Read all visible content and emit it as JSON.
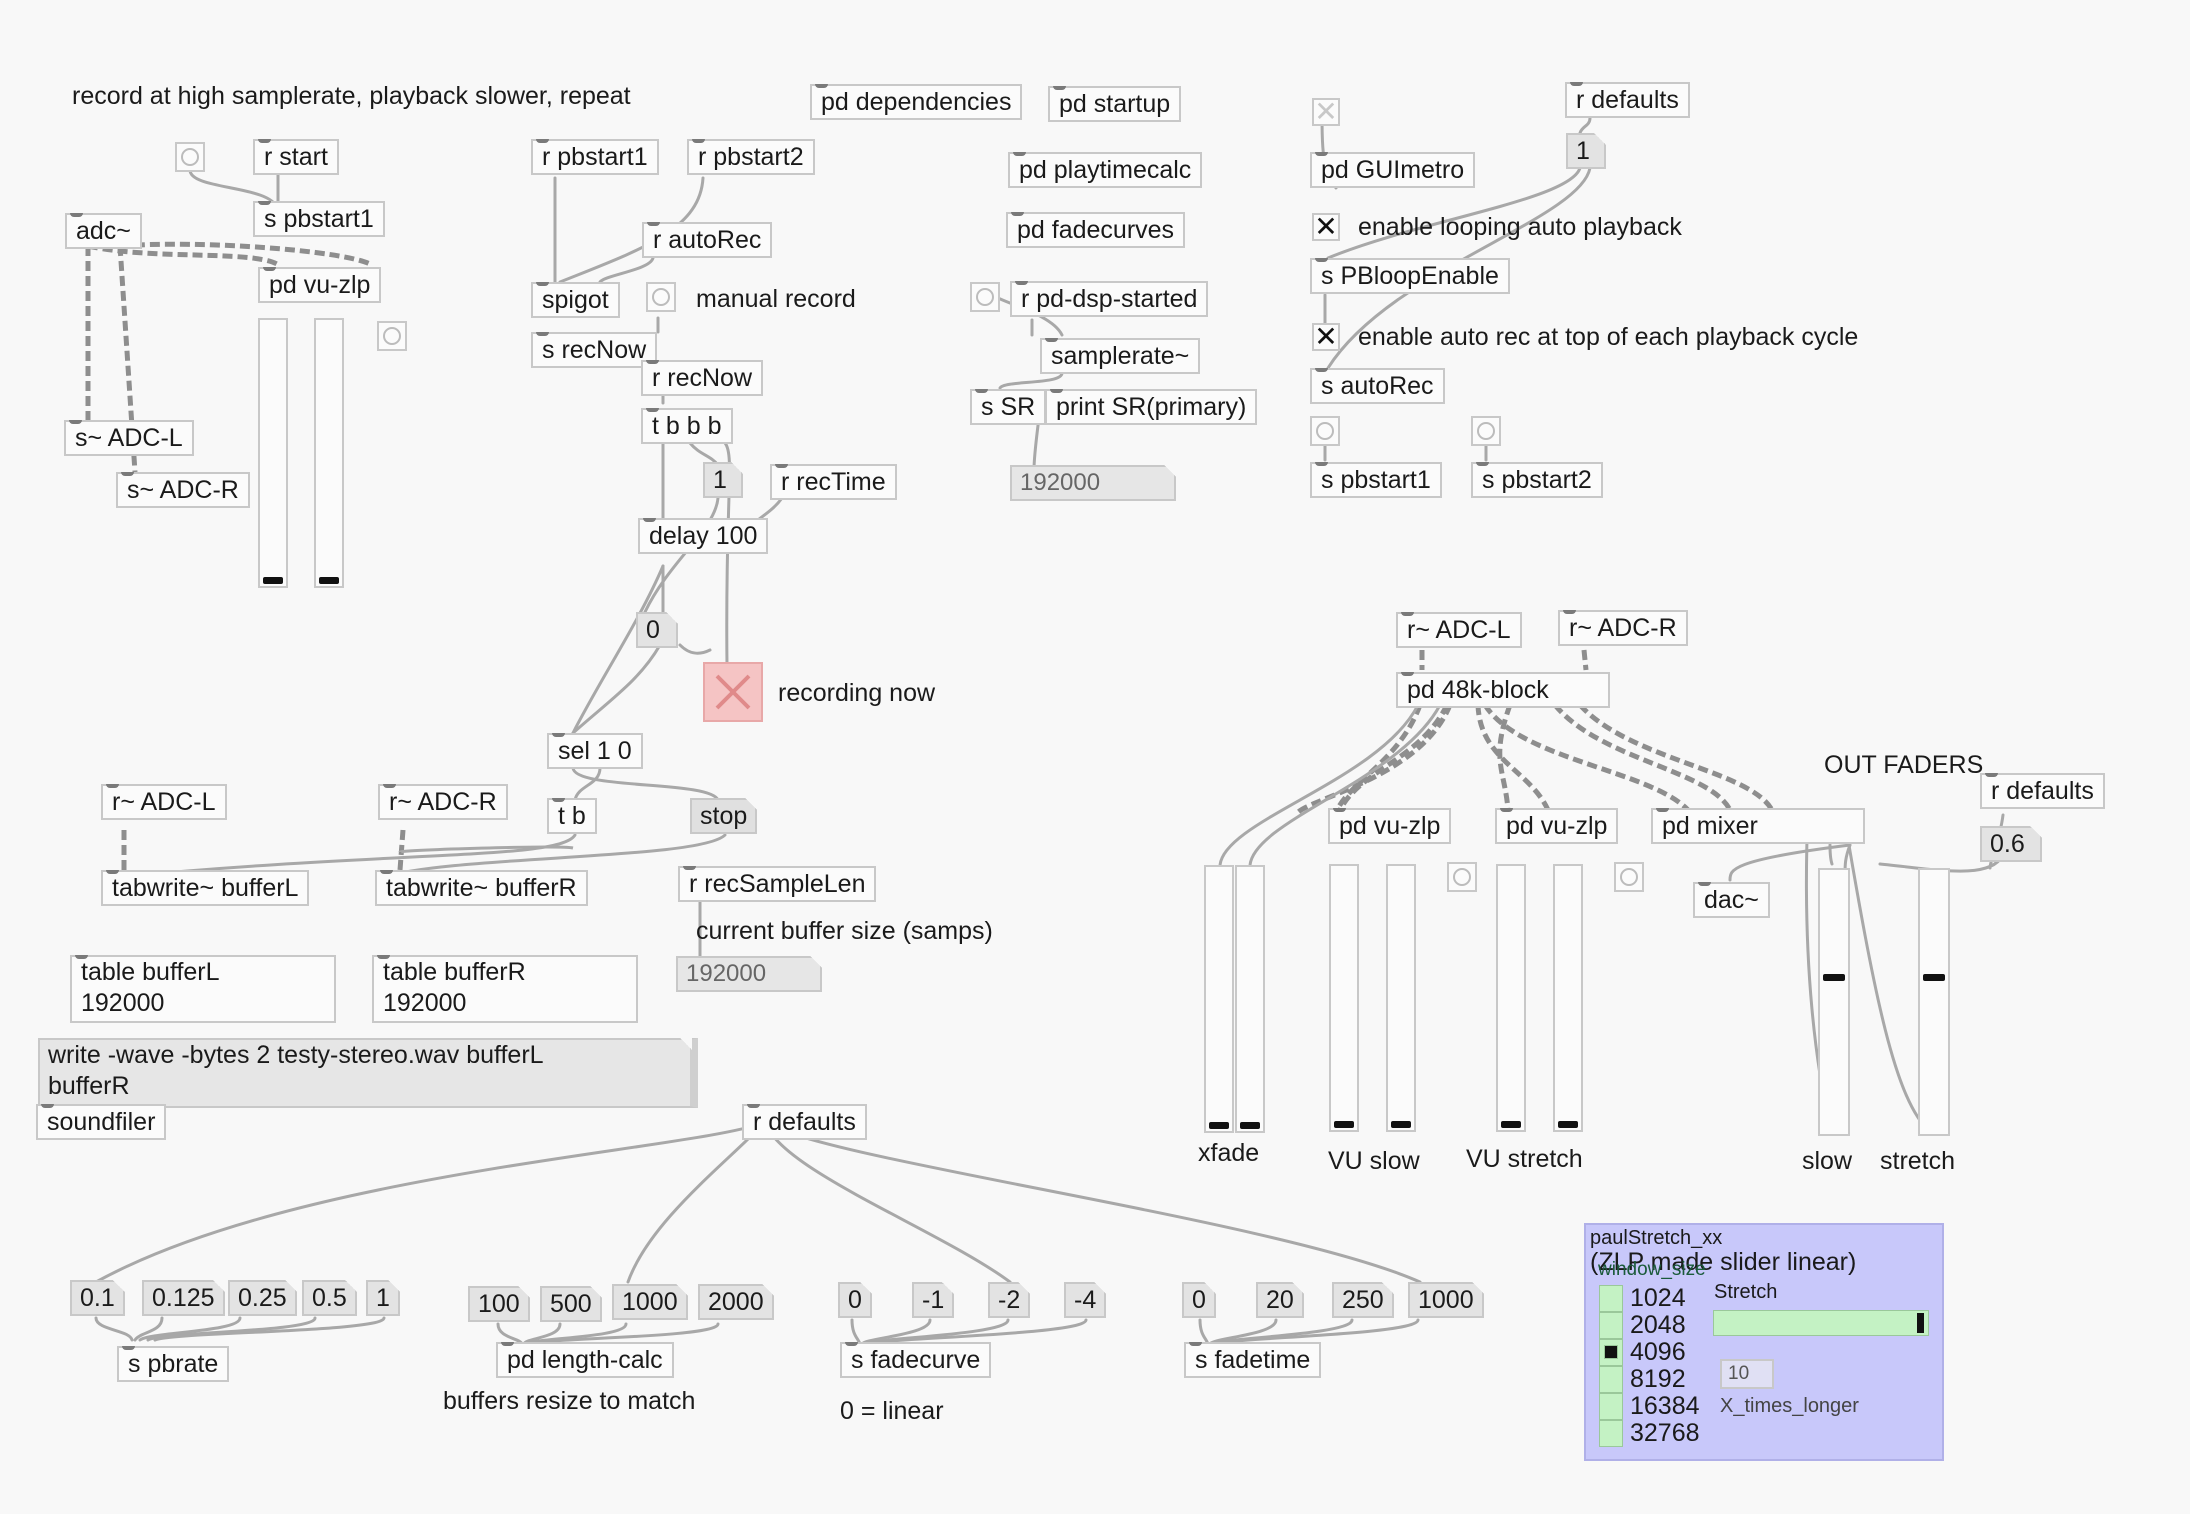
{
  "comments": {
    "title": "record at high samplerate, playback slower, repeat",
    "manual_record": "manual record",
    "enable_loop": "enable looping auto playback",
    "enable_autorec": "enable auto rec at top of each playback cycle",
    "recording_now": "recording now",
    "out_faders": "OUT FADERS",
    "current_buffer": "current buffer size (samps)",
    "buffers_resize": "buffers resize to match",
    "linear": "0 = linear",
    "xfade": "xfade",
    "vu_slow": "VU slow",
    "vu_stretch": "VU stretch",
    "slow": "slow",
    "stretch": "stretch"
  },
  "objects": {
    "pd_dependencies": "pd dependencies",
    "pd_startup": "pd startup",
    "pd_playtimecalc": "pd playtimecalc",
    "pd_fadecurves": "pd fadecurves",
    "r_pd_dsp_started": "r pd-dsp-started",
    "samplerate": "samplerate~",
    "s_sr": "s SR",
    "print_sr": "print SR(primary)",
    "r_defaults_top": "r defaults",
    "pd_guimetro": "pd GUImetro",
    "s_pbloopenable": "s PBloopEnable",
    "s_autorec": "s autoRec",
    "s_pbstart1_right": "s pbstart1",
    "s_pbstart2_right": "s pbstart2",
    "r_start": "r start",
    "s_pbstart1": "s pbstart1",
    "adc": "adc~",
    "pd_vu_zlp_left": "pd vu-zlp",
    "s_adc_l": "s~ ADC-L",
    "s_adc_r": "s~ ADC-R",
    "r_pbstart1": "r pbstart1",
    "r_pbstart2": "r pbstart2",
    "r_autorec": "r autoRec",
    "spigot": "spigot",
    "s_recnow": "s recNow",
    "r_recnow": "r recNow",
    "t_b_b_b": "t b b b",
    "r_rectime": "r recTime",
    "delay": "delay 100",
    "sel": "sel 1 0",
    "t_b": "t b",
    "stop": "stop",
    "r_adc_l_left": "r~ ADC-L",
    "r_adc_r_left": "r~ ADC-R",
    "tabwrite_l": "tabwrite~ bufferL",
    "tabwrite_r": "tabwrite~ bufferR",
    "r_recsamplelen": "r recSampleLen",
    "table_l": "table bufferL",
    "table_l_size": "192000",
    "table_r": "table bufferR",
    "table_r_size": "192000",
    "write_msg_1": "write -wave -bytes 2 testy-stereo.wav bufferL",
    "write_msg_2": "bufferR",
    "soundfiler": "soundfiler",
    "r_defaults_bottom": "r defaults",
    "s_pbrate": "s pbrate",
    "pd_length_calc": "pd length-calc",
    "s_fadecurve": "s fadecurve",
    "s_fadetime": "s fadetime",
    "r_adc_l_right": "r~ ADC-L",
    "r_adc_r_right": "r~ ADC-R",
    "pd_48k_block": "pd 48k-block",
    "pd_vu_zlp_1": "pd vu-zlp",
    "pd_vu_zlp_2": "pd vu-zlp",
    "pd_mixer": "pd mixer",
    "dac": "dac~",
    "r_defaults_right": "r defaults"
  },
  "numbers": {
    "sr_out": "192000",
    "buffer_size": "192000",
    "defaults_one": "1",
    "rec_one": "1",
    "zero": "0",
    "out_gain": "0.6"
  },
  "rate_messages": [
    "0.1",
    "0.125",
    "0.25",
    "0.5",
    "1"
  ],
  "length_messages": [
    "100",
    "500",
    "1000",
    "2000"
  ],
  "fadecurve_messages": [
    "0",
    "-1",
    "-2",
    "-4"
  ],
  "fadetime_messages": [
    "0",
    "20",
    "250",
    "1000"
  ],
  "toggles": {
    "guimetro": false,
    "loop": true,
    "autorec": true,
    "recording": true
  },
  "faders": {
    "slow": 0.6,
    "stretch": 0.6
  },
  "paulstretch": {
    "name": "paulStretch_xx",
    "subtitle": "(ZLP made slider linear)",
    "window_label": "window_size",
    "stretch_label": "Stretch",
    "window_sizes": [
      "1024",
      "2048",
      "4096",
      "8192",
      "16384",
      "32768"
    ],
    "selected_window": "4096",
    "stretch_value": 1.0,
    "times_value": "10",
    "times_label": "X_times_longer"
  },
  "colors": {
    "background": "#f8f8f8",
    "box_border": "#c8c8c8",
    "wire": "#a8a8a8",
    "record_toggle": "#f5c4c4",
    "gop_canvas": "#c8c8fa",
    "gop_widgets": "#c4f2c4"
  }
}
